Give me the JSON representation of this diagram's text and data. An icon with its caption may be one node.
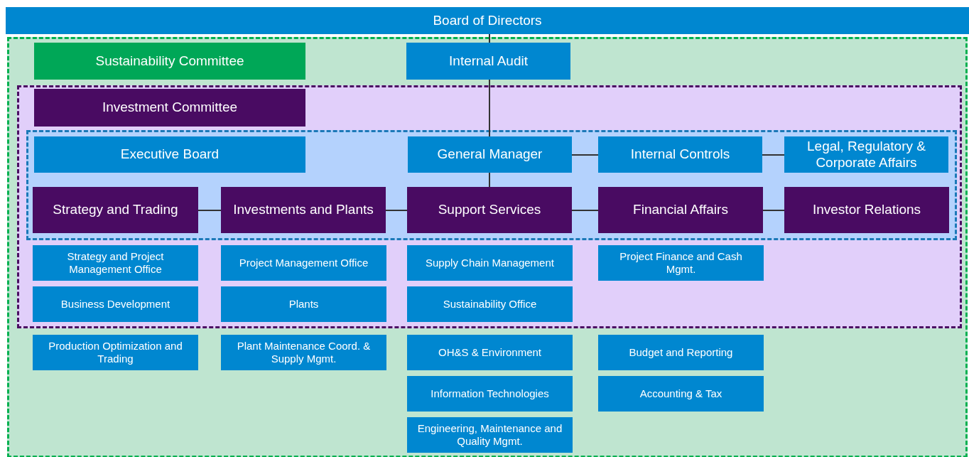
{
  "diagram": {
    "nodes": [
      {
        "text": [
          "Board of Directors"
        ]
      },
      {
        "text": [],
        "shape": "box"
      },
      {
        "text": [
          "Sustainability Committee"
        ],
        "in": 1
      },
      {
        "text": [
          "Internal Audit"
        ],
        "in": 1
      },
      {
        "text": [],
        "shape": "box",
        "in": 1
      },
      {
        "text": [
          "Investment Committee"
        ],
        "in": 4
      },
      {
        "text": [],
        "shape": "box",
        "in": 4
      },
      {
        "text": [
          "Executive Board"
        ],
        "in": 6
      },
      {
        "text": [
          "General Manager"
        ],
        "in": 6
      },
      {
        "text": [
          "Internal Controls"
        ],
        "in": 6
      },
      {
        "text": [
          "Legal, Regulatory & Corporate Affairs"
        ],
        "in": 6
      },
      {
        "text": [
          "Strategy and Trading"
        ],
        "in": 6
      },
      {
        "text": [
          "Investments and Plants"
        ],
        "in": 6
      },
      {
        "text": [
          "Support Services"
        ],
        "in": 6
      },
      {
        "text": [
          "Financial Affairs"
        ],
        "in": 6
      },
      {
        "text": [
          "Investor Relations"
        ],
        "in": 6
      },
      {
        "text": [
          "Strategy and Project Management Office"
        ],
        "in": 4
      },
      {
        "text": [
          "Project Management Office"
        ],
        "in": 4
      },
      {
        "text": [
          "Supply Chain Management"
        ],
        "in": 4
      },
      {
        "text": [
          "Project Finance and Cash Mgmt."
        ],
        "in": 4
      },
      {
        "text": [
          "Business Development"
        ],
        "in": 4
      },
      {
        "text": [
          "Plants"
        ],
        "in": 4
      },
      {
        "text": [
          "Sustainability Office"
        ],
        "in": 4
      },
      {
        "text": [
          "Production Optimization and Trading"
        ],
        "in": 1
      },
      {
        "text": [
          "Plant Maintenance Coord. & Supply Mgmt."
        ],
        "in": 1
      },
      {
        "text": [
          "OH&S & Environment"
        ],
        "in": 1
      },
      {
        "text": [
          "Budget and Reporting"
        ],
        "in": 1
      },
      {
        "text": [
          "Information Technologies"
        ],
        "in": 1
      },
      {
        "text": [
          "Accounting & Tax"
        ],
        "in": 1
      },
      {
        "text": [
          "Engineering, Maintenance and Quality Mgmt."
        ],
        "in": 1
      }
    ],
    "edges": [
      {
        "from": 0,
        "to": 3,
        "arrow": "none"
      },
      {
        "from": 3,
        "to": 8,
        "arrow": "none"
      },
      {
        "from": 8,
        "to": 9,
        "arrow": "none"
      },
      {
        "from": 9,
        "to": 10,
        "arrow": "none"
      },
      {
        "from": 8,
        "to": 13,
        "arrow": "none"
      },
      {
        "from": 11,
        "to": 12,
        "arrow": "none"
      },
      {
        "from": 12,
        "to": 13,
        "arrow": "none"
      },
      {
        "from": 13,
        "to": 14,
        "arrow": "none"
      },
      {
        "from": 14,
        "to": 15,
        "arrow": "none"
      }
    ]
  }
}
